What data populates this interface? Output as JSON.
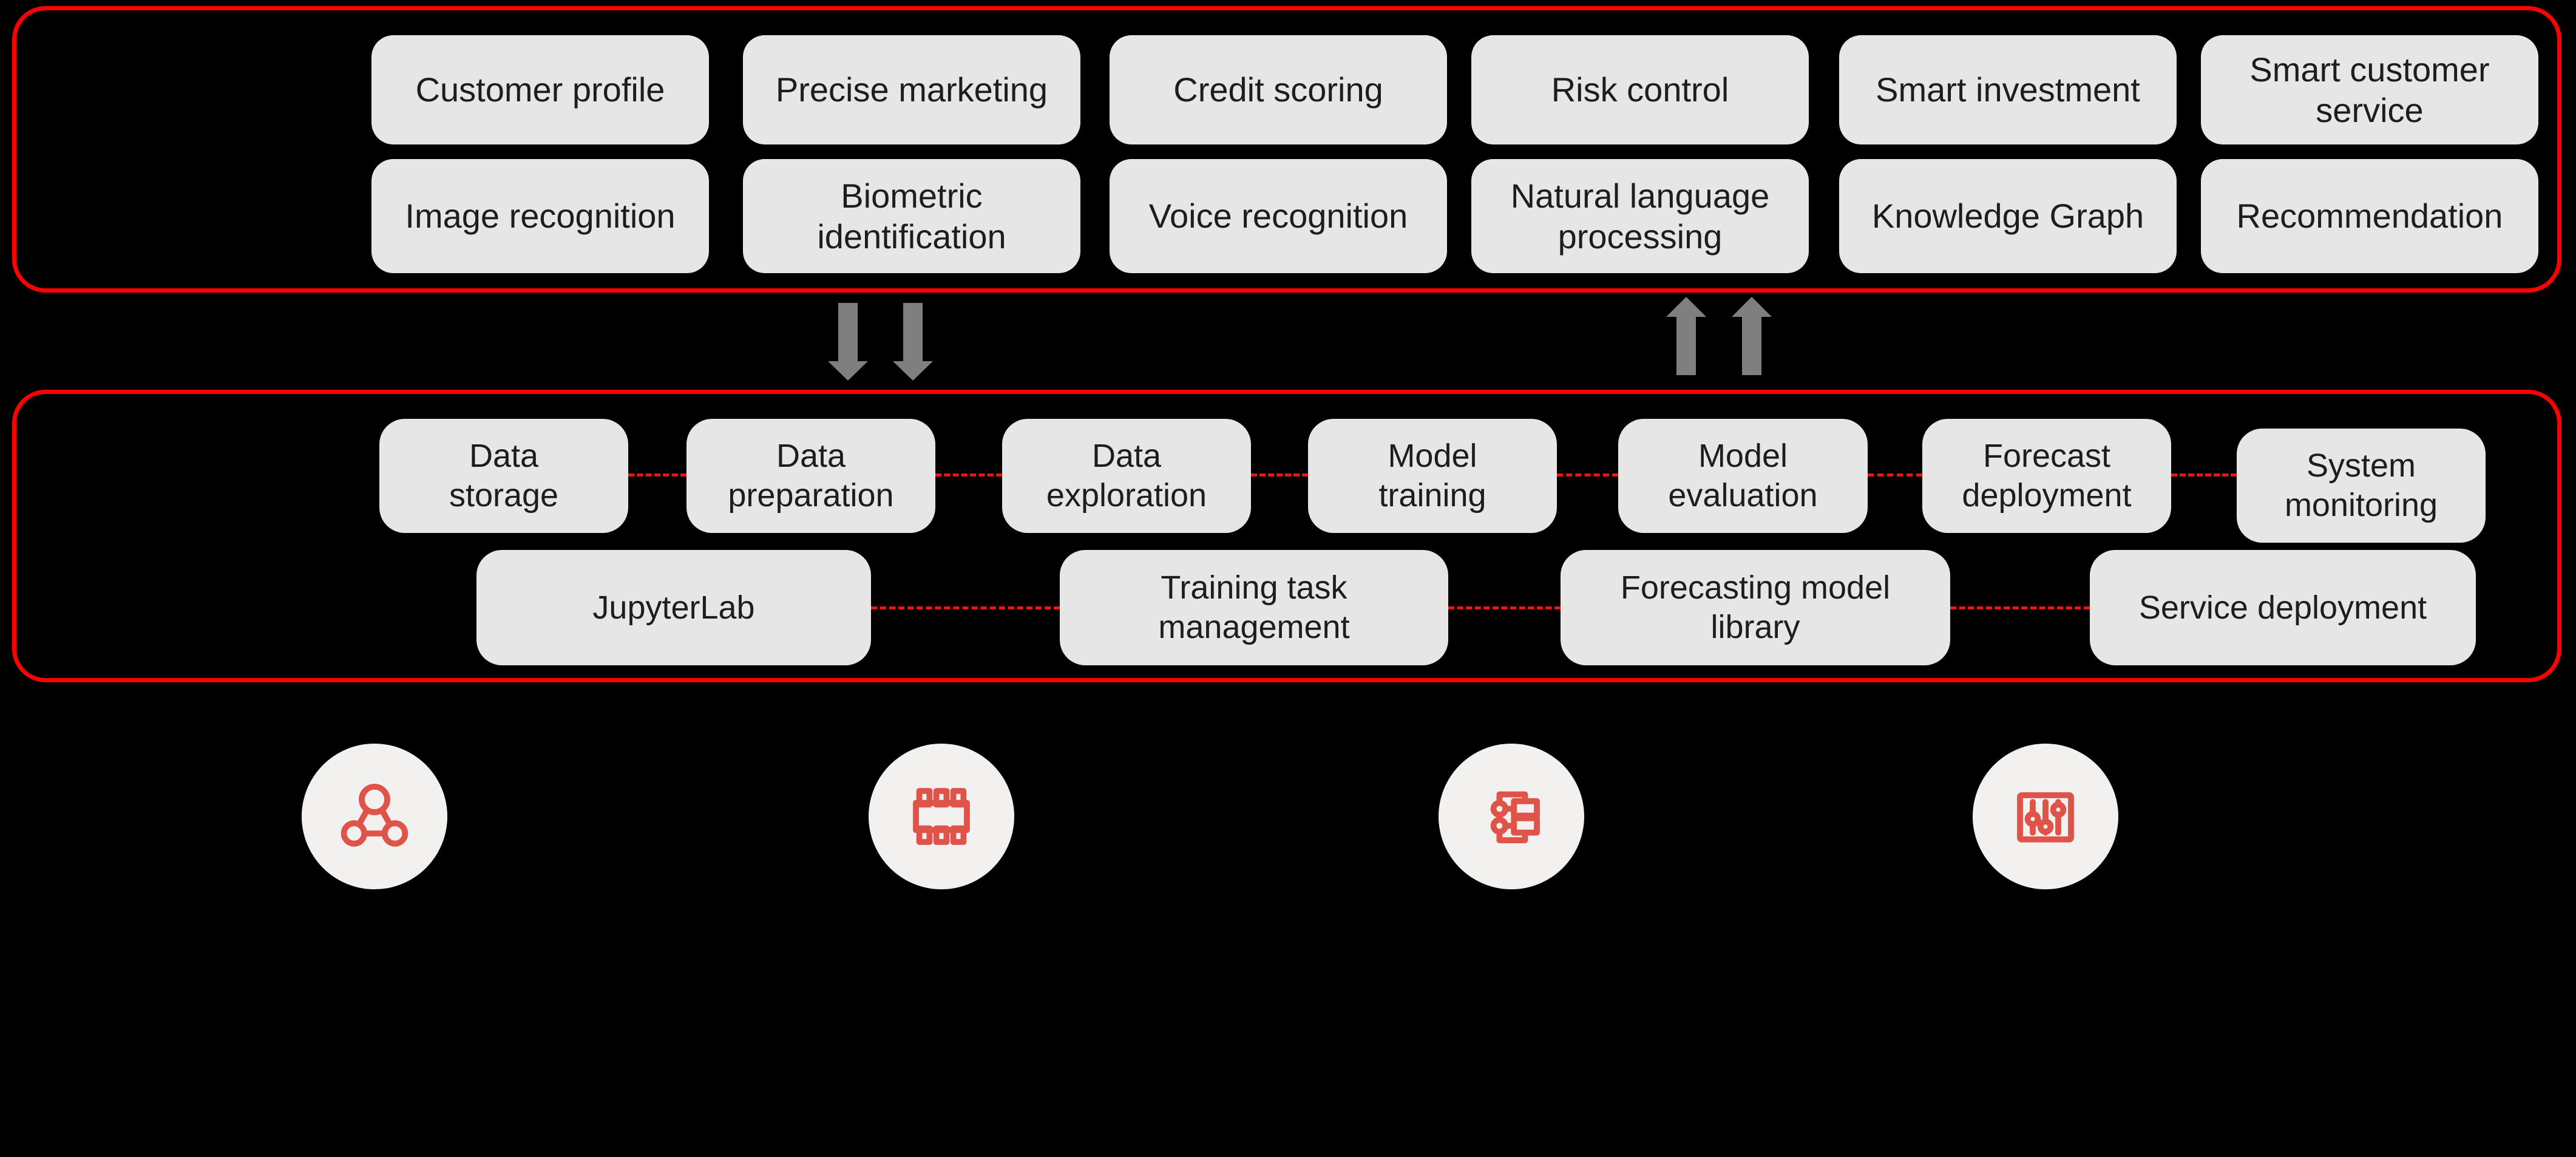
{
  "title": "AI applications and machine learning platform architecture diagram",
  "colors": {
    "background": "#000000",
    "panel_border": "#fe0000",
    "box_fill": "#e7e6e6",
    "box_text": "#1d1d1d",
    "dashed_connector": "#ee1414",
    "arrow": "#7f7f7f",
    "icon_circle_fill": "#f2f1ef",
    "icon_stroke": "#df5348"
  },
  "applications_panel": {
    "row1": [
      "Customer profile",
      "Precise marketing",
      "Credit scoring",
      "Risk control",
      "Smart investment",
      "Smart customer\nservice"
    ],
    "row2": [
      "Image recognition",
      "Biometric\nidentification",
      "Voice recognition",
      "Natural language\nprocessing",
      "Knowledge Graph",
      "Recommendation"
    ]
  },
  "ml_platform_panel": {
    "row1": [
      "Data\nstorage",
      "Data\npreparation",
      "Data\nexploration",
      "Model\ntraining",
      "Model\nevaluation",
      "Forecast\ndeployment",
      "System\nmonitoring"
    ],
    "row2": [
      "JupyterLab",
      "Training task\nmanagement",
      "Forecasting model\nlibrary",
      "Service deployment"
    ]
  },
  "icons": [
    {
      "name": "network-nodes-icon"
    },
    {
      "name": "chip-icon"
    },
    {
      "name": "workflow-icon"
    },
    {
      "name": "sliders-icon"
    }
  ]
}
